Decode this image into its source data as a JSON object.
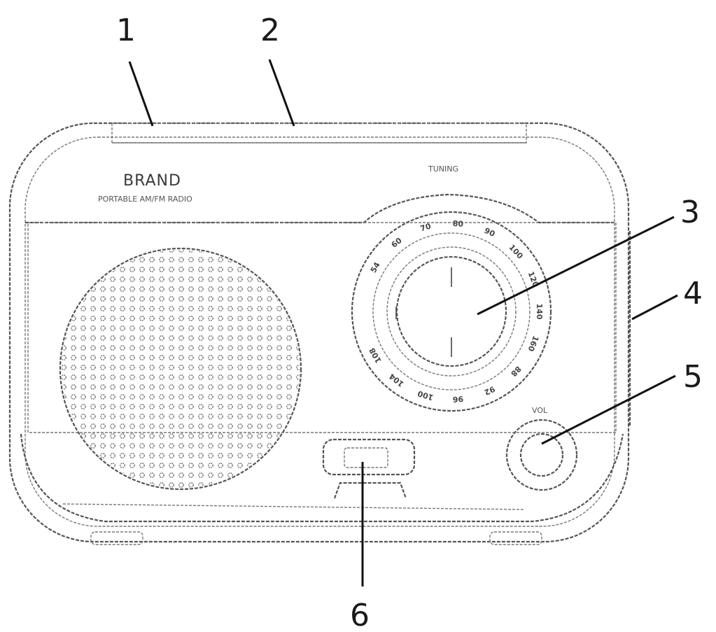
{
  "brand": {
    "name": "BRAND",
    "tagline": "PORTABLE AM/FM RADIO"
  },
  "labels": {
    "tuning": "TUNING",
    "volume": "VOL"
  },
  "dial_scale": [
    "54",
    "60",
    "70",
    "80",
    "90",
    "100",
    "120",
    "140",
    "160",
    "88",
    "92",
    "96",
    "100",
    "104",
    "108"
  ],
  "callouts": [
    "1",
    "2",
    "3",
    "4",
    "5",
    "6"
  ],
  "colors": {
    "line": "#555555",
    "leader": "#111111",
    "text": "#1a1a1a"
  }
}
